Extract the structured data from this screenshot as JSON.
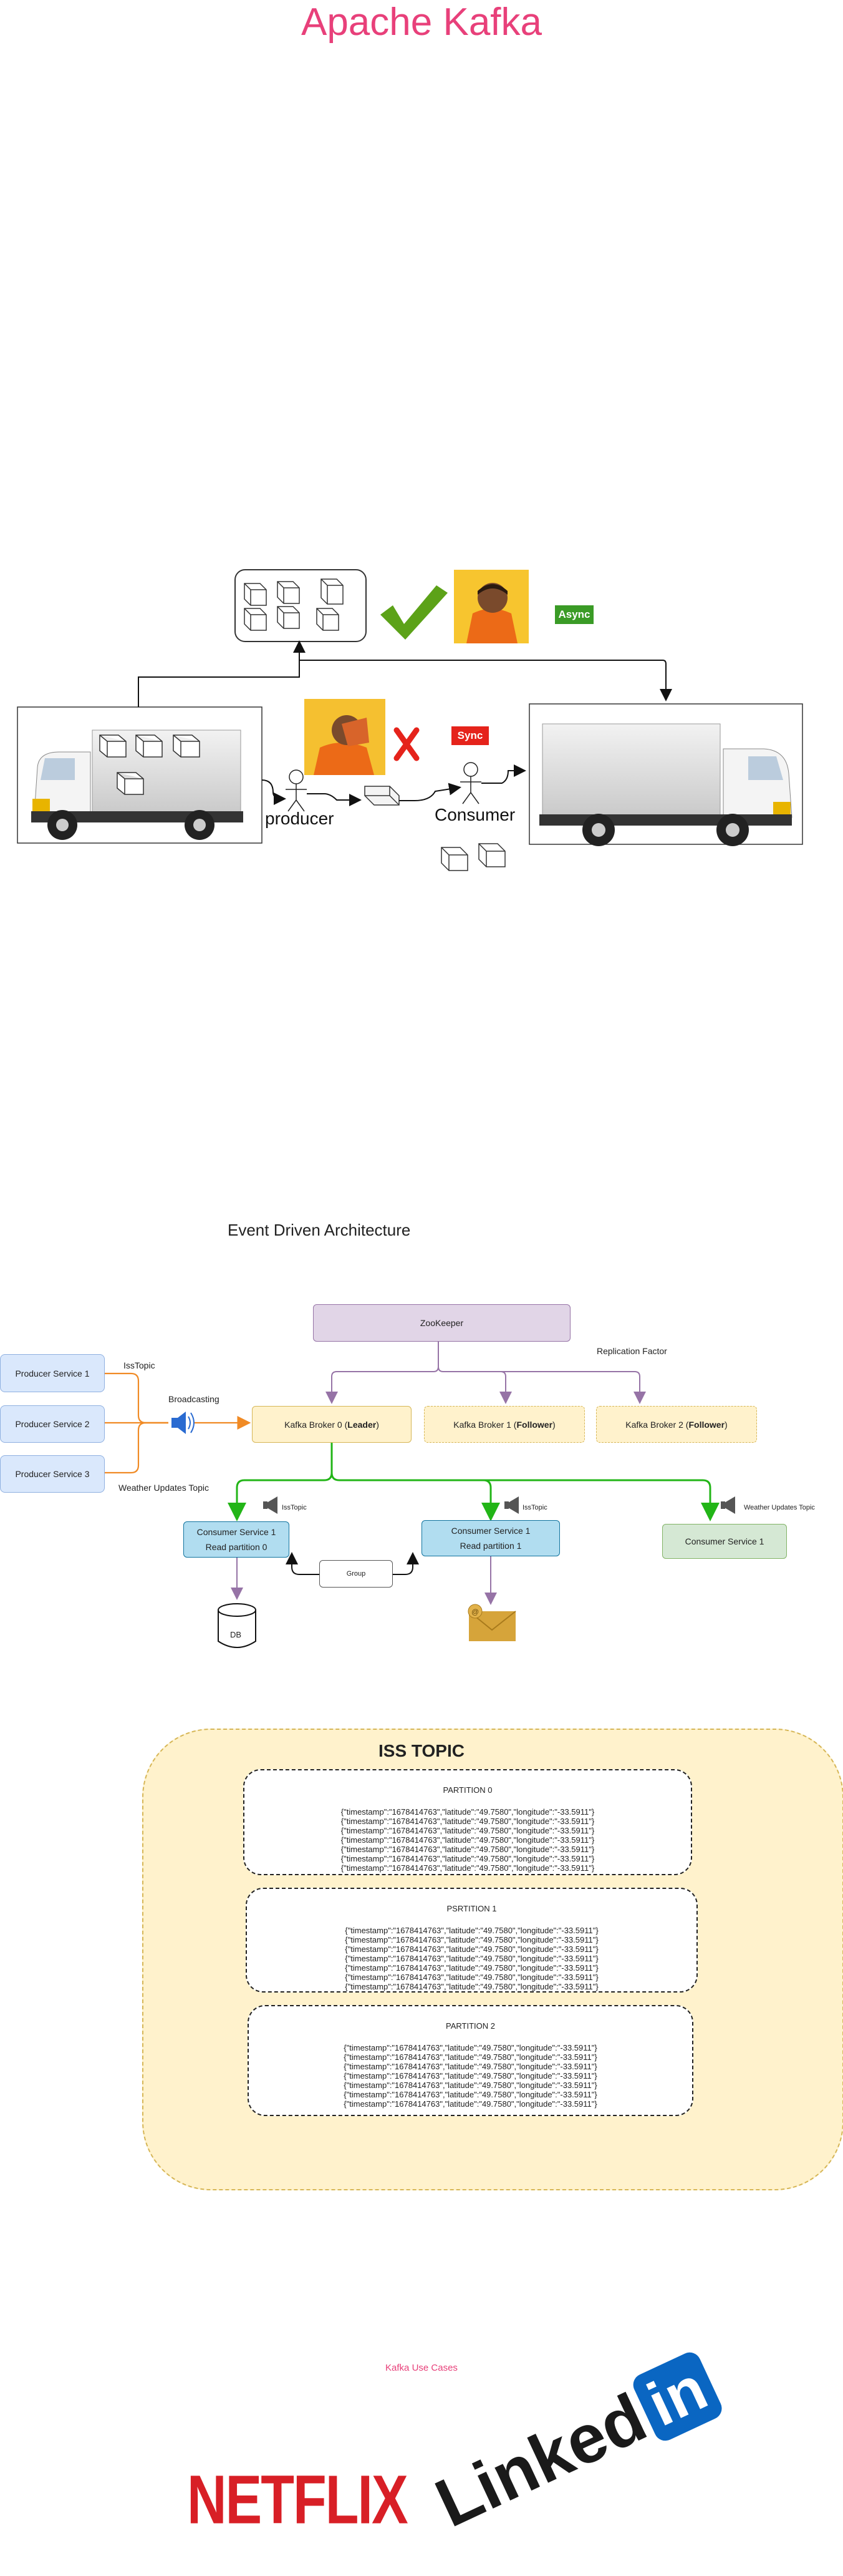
{
  "page_title": "Apache Kafka",
  "truck_diagram": {
    "producer_label": "producer",
    "consumer_label": "Consumer",
    "async_label": "Async",
    "sync_label": "Sync",
    "colors": {
      "async": "#3a9b26",
      "sync": "#e5231b",
      "check": "#5ca218",
      "cross": "#e5231b"
    }
  },
  "eda": {
    "title": "Event Driven Architecture",
    "zookeeper": "ZooKeeper",
    "replication_factor": "Replication Factor",
    "producers": [
      "Producer Service 1",
      "Producer Service 2",
      "Producer Service 3"
    ],
    "iss_topic_label": "IssTopic",
    "broadcasting_label": "Broadcasting",
    "weather_topic_label": "Weather Updates Topic",
    "brokers": [
      {
        "name": "Kafka Broker 0",
        "role": "Leader"
      },
      {
        "name": "Kafka Broker 1",
        "role": "Follower"
      },
      {
        "name": "Kafka Broker 2",
        "role": "Follower"
      }
    ],
    "topic_tags": [
      "IssTopic",
      "IssTopic",
      "Weather Updates Topic"
    ],
    "consumers": [
      {
        "title": "Consumer Service 1",
        "sub": "Read partition 0"
      },
      {
        "title": "Consumer Service 1",
        "sub": "Read partition 1"
      },
      {
        "title": "Consumer Service 1",
        "sub": ""
      }
    ],
    "group_label": "Group",
    "db_label": "DB"
  },
  "iss_topic": {
    "title": "ISS TOPIC",
    "partitions": [
      {
        "name": "PARTITION 0",
        "record": "{\"timestamp\":\"1678414763\",\"latitude\":\"49.7580\",\"longitude\":\"-33.5911\"}"
      },
      {
        "name": "PSRTITION 1",
        "record": "{\"timestamp\":\"1678414763\",\"latitude\":\"49.7580\",\"longitude\":\"-33.5911\"}"
      },
      {
        "name": "PARTITION 2",
        "record": "{\"timestamp\":\"1678414763\",\"latitude\":\"49.7580\",\"longitude\":\"-33.5911\"}"
      }
    ]
  },
  "use_cases": {
    "title": "Kafka Use Cases",
    "logos": {
      "netflix": "NETFLIX",
      "linkedin_text": "Linked",
      "linkedin_box": "in"
    },
    "colors": {
      "netflix": "#d81f26",
      "linkedin": "#0a66c2"
    }
  }
}
